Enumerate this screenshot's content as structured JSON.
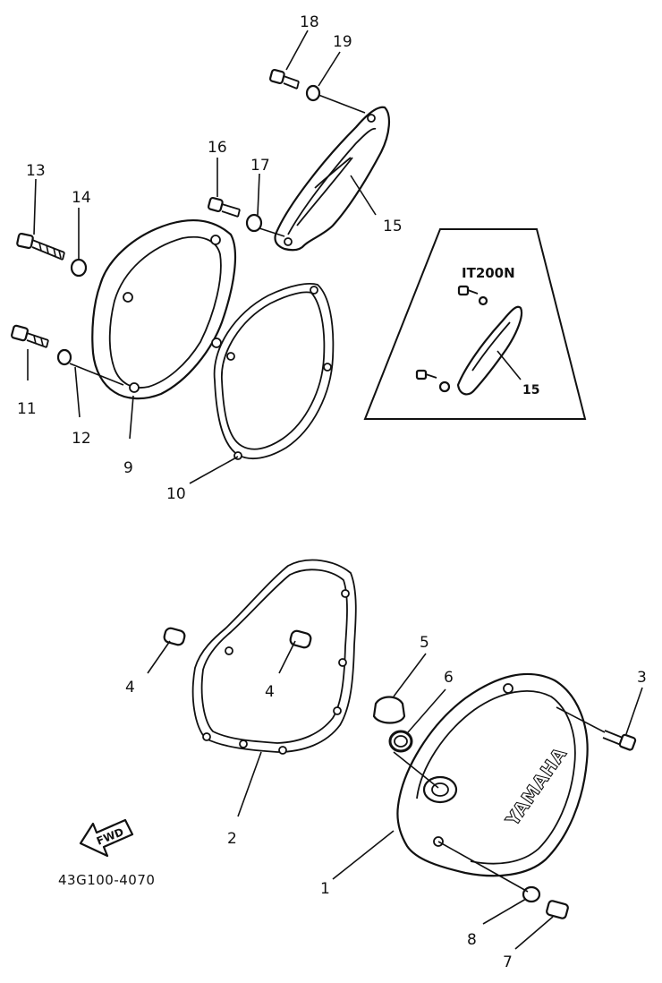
{
  "diagram": {
    "drawing_number": "43G100-4070",
    "inset_title": "IT200N",
    "fwd_label": "FWD",
    "cover_brand": "YAMAHA",
    "callouts": [
      "1",
      "2",
      "3",
      "4",
      "4",
      "5",
      "6",
      "7",
      "8",
      "9",
      "10",
      "11",
      "12",
      "13",
      "14",
      "15",
      "15",
      "16",
      "17",
      "18",
      "19"
    ]
  }
}
